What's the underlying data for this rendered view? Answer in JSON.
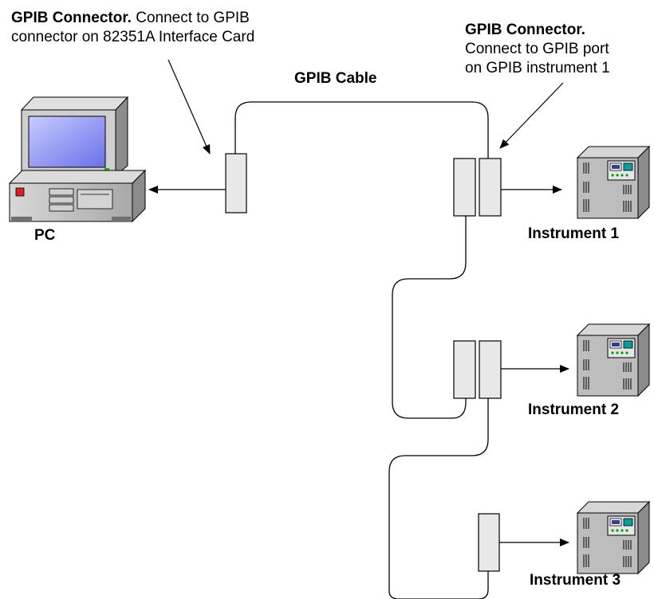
{
  "labels": {
    "pc_connector_title": "GPIB Connector.",
    "pc_connector_desc1": " Connect to GPIB",
    "pc_connector_desc2": "connector on 82351A Interface Card",
    "cable": "GPIB Cable",
    "instr_connector_title": "GPIB Connector.",
    "instr_connector_desc1": "Connect to GPIB port",
    "instr_connector_desc2": "on GPIB instrument 1",
    "pc": "PC",
    "instrument1": "Instrument 1",
    "instrument2": "Instrument 2",
    "instrument3": "Instrument 3"
  },
  "icons": {
    "pc": "desktop-computer-icon",
    "instrument": "instrument-rack-icon"
  },
  "colors": {
    "monitor_screen": "#7f86f0",
    "pc_case": "#c0c0c0",
    "instrument_case": "#b8b8b8",
    "instrument_display": "#00a0a0",
    "pc_power_led": "#e02020"
  }
}
